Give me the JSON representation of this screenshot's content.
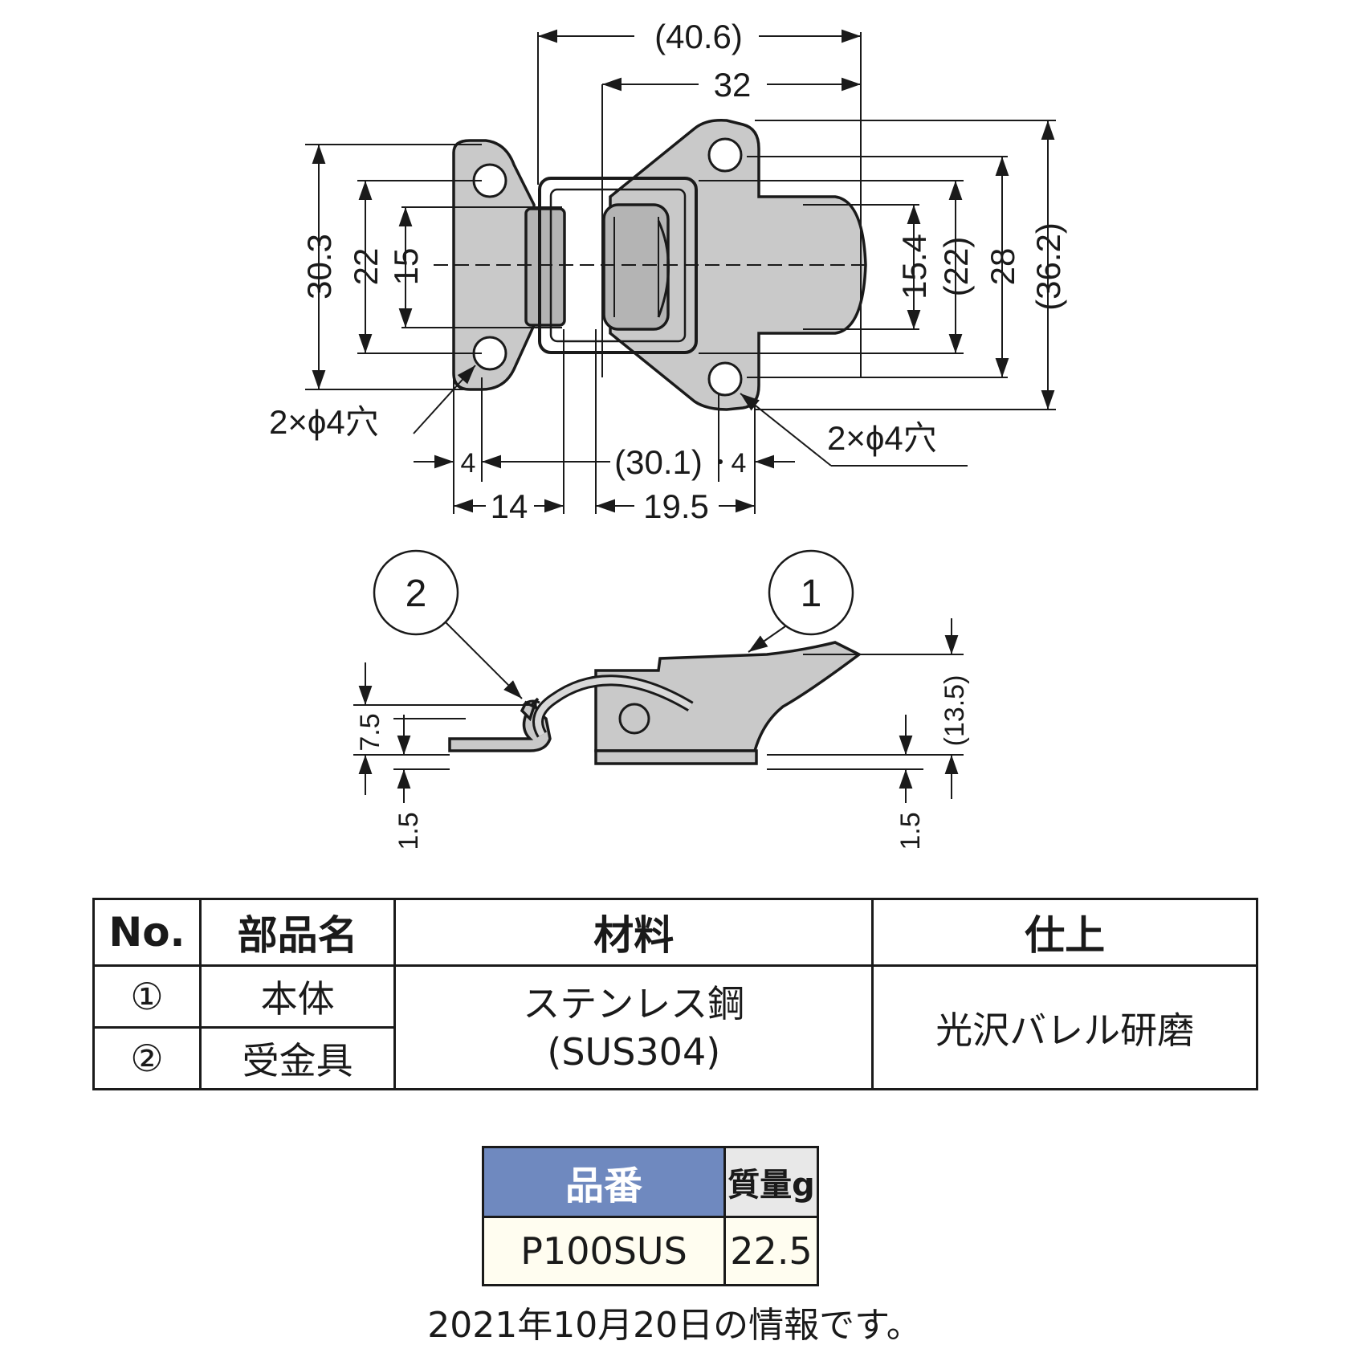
{
  "dimensions_top": {
    "overall_width": "(40.6)",
    "body_width": "32",
    "h_30_3": "30.3",
    "h_22": "22",
    "h_15": "15",
    "h_15_4": "15.4",
    "h_22_paren": "(22)",
    "h_28": "28",
    "h_36_2": "(36.2)",
    "hole_note_left": "2×ϕ4穴",
    "hole_note_right": "2×ϕ4穴",
    "w_4_left": "4",
    "w_30_1": "(30.1)",
    "w_4_right": "4",
    "w_14": "14",
    "w_19_5": "19.5"
  },
  "dimensions_side": {
    "h_7_5": "7.5",
    "h_1_5_left": "1.5",
    "h_13_5": "(13.5)",
    "h_1_5_right": "1.5",
    "callout_1": "1",
    "callout_2": "2"
  },
  "parts_table": {
    "headers": [
      "No.",
      "部品名",
      "材料",
      "仕上"
    ],
    "rows": [
      {
        "no": "①",
        "name": "本体"
      },
      {
        "no": "②",
        "name": "受金具"
      }
    ],
    "material_line1": "ステンレス鋼",
    "material_line2": "(SUS304)",
    "finish": "光沢バレル研磨"
  },
  "spec_table": {
    "header_part_no": "品番",
    "header_weight": "質量g",
    "part_no": "P100SUS",
    "weight": "22.5"
  },
  "footnote": "2021年10月20日の情報です。"
}
